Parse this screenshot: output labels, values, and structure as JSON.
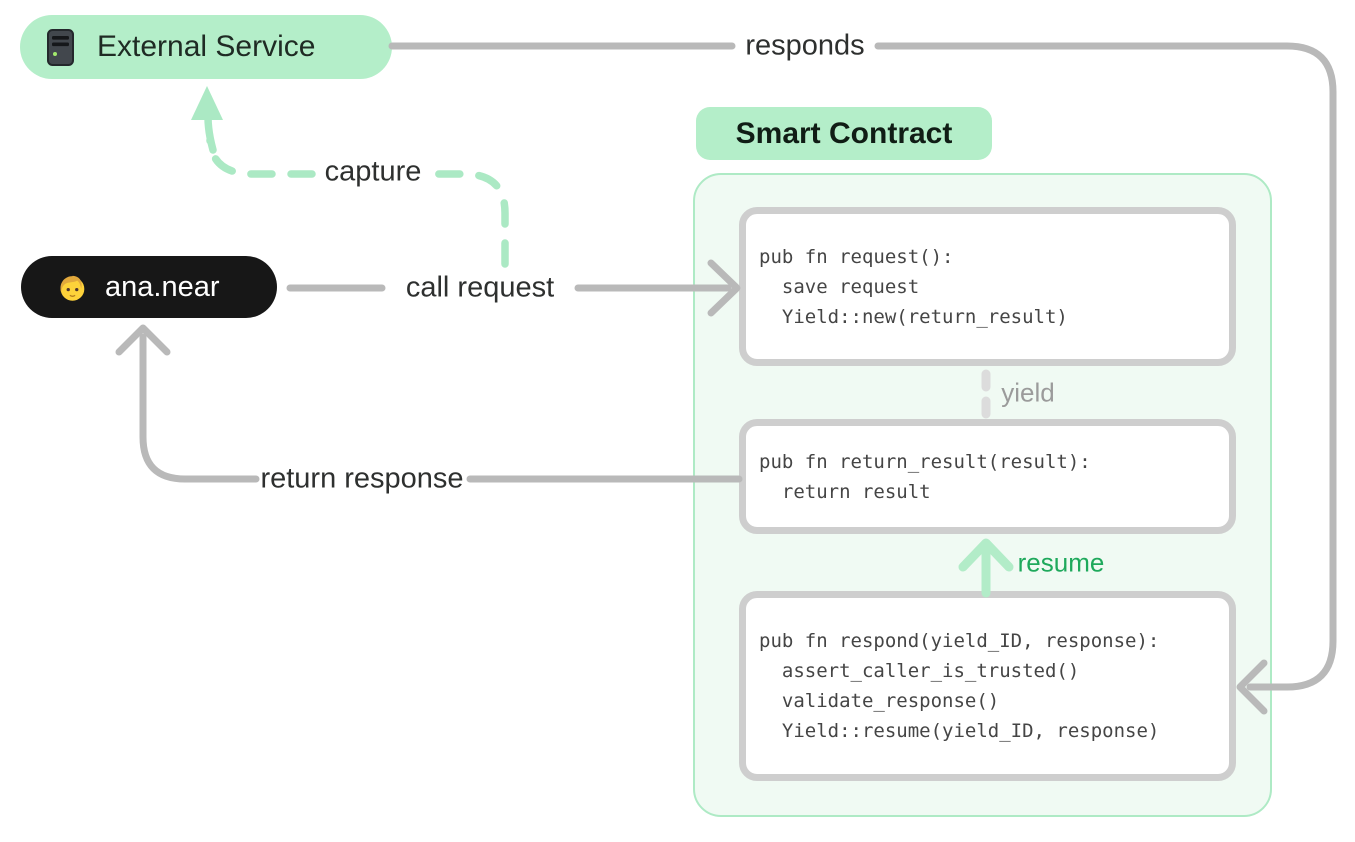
{
  "colors": {
    "mint": "#b4eec9",
    "panel_bg": "#f0faf3",
    "panel_border": "#aeeac5",
    "box_border": "#cecece",
    "gray_line": "#b9b9b9",
    "green_arrow": "#abe9c4",
    "green_text": "#1fa95c",
    "yield_dash": "#dcdcdc",
    "muted_text": "#9b9b9b",
    "label_text": "#2e302f",
    "code_text": "#454545",
    "user_pill_bg": "#171717"
  },
  "actors": {
    "external_service": {
      "label": "External Service",
      "icon": "server-icon"
    },
    "user": {
      "label": "ana.near",
      "icon": "person-icon"
    }
  },
  "contract": {
    "title": "Smart Contract",
    "functions": [
      {
        "id": "request",
        "lines": [
          "pub fn request():",
          "  save request",
          "  Yield::new(return_result)"
        ]
      },
      {
        "id": "return_result",
        "lines": [
          "pub fn return_result(result):",
          "  return result"
        ]
      },
      {
        "id": "respond",
        "lines": [
          "pub fn respond(yield_ID, response):",
          "  assert_caller_is_trusted()",
          "  validate_response()",
          "  Yield::resume(yield_ID, response)"
        ]
      }
    ]
  },
  "edges": {
    "responds": {
      "label": "responds"
    },
    "capture": {
      "label": "capture"
    },
    "call_request": {
      "label": "call request"
    },
    "return_response": {
      "label": "return response"
    },
    "yield": {
      "label": "yield"
    },
    "resume": {
      "label": "resume"
    }
  }
}
